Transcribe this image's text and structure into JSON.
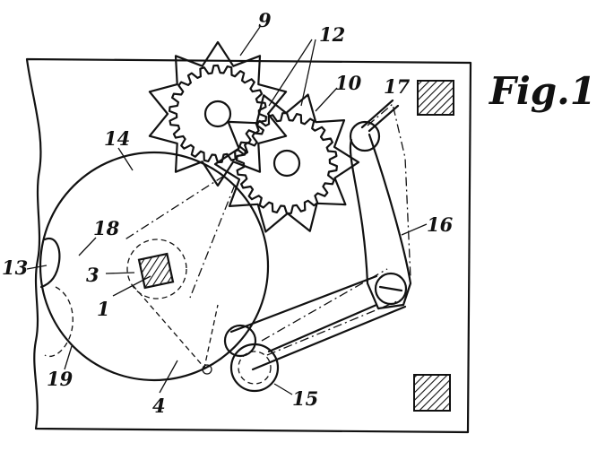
{
  "figure_title": "Fig.1",
  "labels": {
    "n1": "1",
    "n3": "3",
    "n4": "4",
    "n9": "9",
    "n10": "10",
    "n12": "12",
    "n13": "13",
    "n14": "14",
    "n15": "15",
    "n16": "16",
    "n17": "17",
    "n18": "18",
    "n19": "19"
  },
  "colors": {
    "ink": "#111111",
    "paper": "#ffffff"
  }
}
